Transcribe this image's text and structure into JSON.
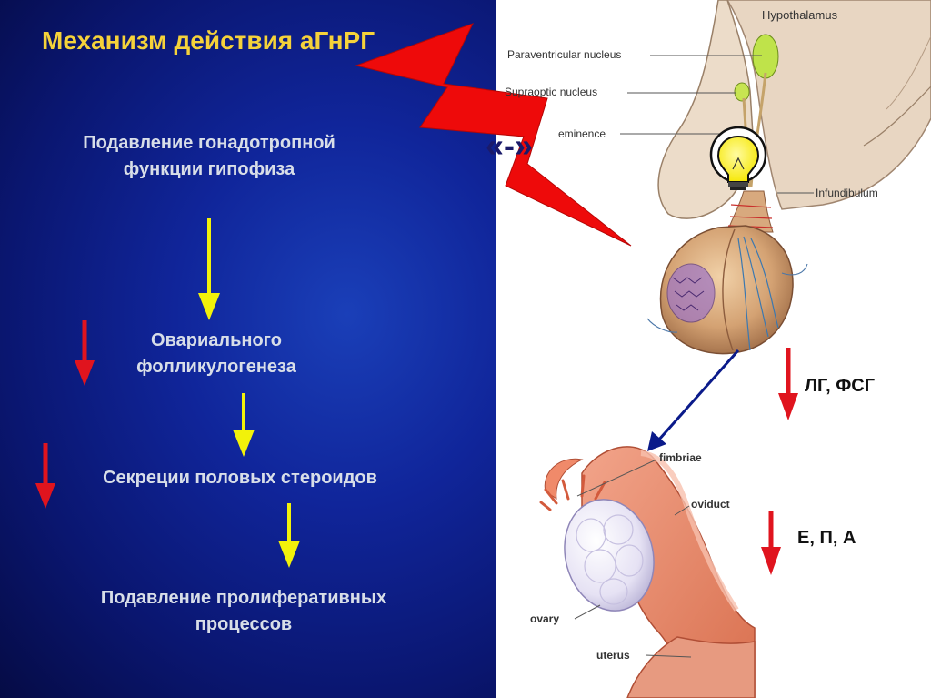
{
  "title": "Механизм действия аГнРГ",
  "steps": [
    "Подавление гонадотропной функции гипофиза",
    "Овариального фолликулогенеза",
    "Секреции половых стероидов",
    "Подавление пролиферативных процессов"
  ],
  "inhibition_mark": "«-»",
  "anatomy_labels": {
    "hypothalamus": "Hypothalamus",
    "paraventricular": "Paraventricular nucleus",
    "supraoptic": "Supraoptic nucleus",
    "eminence": "eminence",
    "infundibulum": "Infundibulum",
    "fimbriae": "fimbriae",
    "oviduct": "oviduct",
    "ovary": "ovary",
    "uterus": "uterus"
  },
  "hormones": {
    "pituitary": "ЛГ, ФСГ",
    "ovarian": "Е, П, А"
  },
  "colors": {
    "title": "#f5d23a",
    "yellow_arrow": "#f2f20a",
    "red_arrow": "#e0141e",
    "lightning": "#ee0a0a",
    "navy_arrow": "#0a1a8a"
  }
}
